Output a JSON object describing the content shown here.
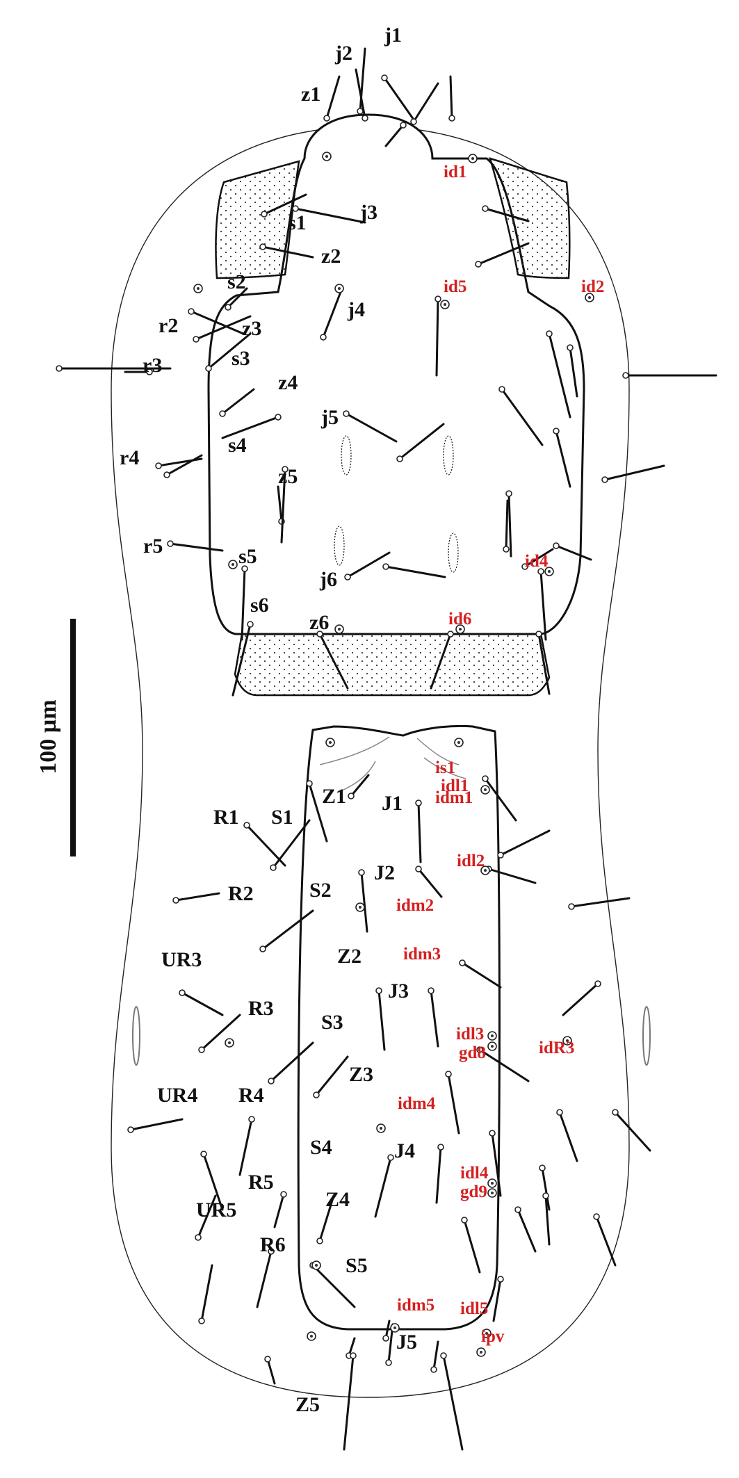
{
  "figure": {
    "scale_bar": {
      "label": "100 µm"
    },
    "podonotal_setae": [
      "j1",
      "j2",
      "z1",
      "j3",
      "s1",
      "z2",
      "s2",
      "r2",
      "z3",
      "j4",
      "s3",
      "r3",
      "z4",
      "j5",
      "r4",
      "s4",
      "z5",
      "r5",
      "s5",
      "j6",
      "s6",
      "z6"
    ],
    "podonotal_pores": [
      "id1",
      "id5",
      "id2",
      "id4",
      "id6"
    ],
    "opisthonotal_setae": [
      "Z1",
      "J1",
      "R1",
      "S1",
      "J2",
      "R2",
      "S2",
      "UR3",
      "Z2",
      "R3",
      "J3",
      "S3",
      "Z3",
      "UR4",
      "R4",
      "S4",
      "J4",
      "R5",
      "UR5",
      "Z4",
      "R6",
      "S5",
      "J5",
      "Z5"
    ],
    "opisthonotal_pores": [
      "is1",
      "idl1",
      "idm1",
      "idl2",
      "idm2",
      "idm3",
      "idl3",
      "gd8",
      "idR3",
      "idm4",
      "idl4",
      "gd9",
      "idm5",
      "idl5",
      "ipv"
    ]
  }
}
